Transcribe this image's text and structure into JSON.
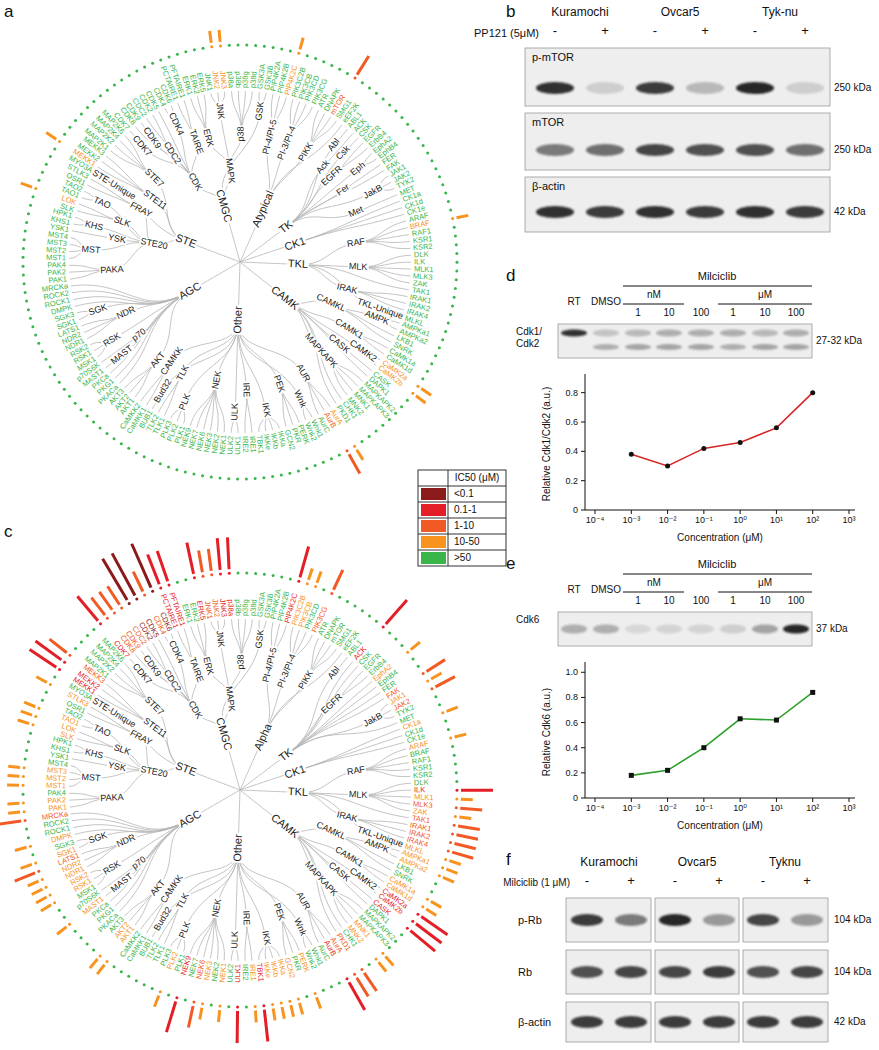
{
  "diagram": {
    "labels": [
      "a",
      "b",
      "c",
      "d",
      "e",
      "f",
      "IC50 (μM)",
      "Kuramochi",
      "Ovcar5",
      "Tyk-nu",
      "PP121 (5μM)",
      "-",
      "+",
      "-",
      "+",
      "-",
      "+",
      "p-mTOR",
      "mTOR",
      "β-actin",
      "250 kDa",
      "250 kDa",
      "42 kDa",
      "Milciclib",
      "nM",
      "μM",
      "RT",
      "DMSO",
      "1",
      "10",
      "100",
      "1",
      "10",
      "100",
      "Cdk1/ Cdk2",
      "27-32 kDa",
      "0",
      "0.2",
      "0.4",
      "0.6",
      "0.8",
      "10⁻⁴",
      "10⁻³",
      "10⁻²",
      "10⁻¹",
      "10⁰",
      "10¹",
      "10²",
      "10³",
      "Relative Cdk1/Cdk2 (a.u.)",
      "Concentration (μM)",
      "Milciclib",
      "nM",
      "μM",
      "RT",
      "DMSO",
      "1",
      "10",
      "100",
      "1",
      "10",
      "100",
      "Cdk6",
      "37 kDa",
      "0",
      "0.2",
      "0.4",
      "0.6",
      "0.8",
      "1.0",
      "10⁻⁴",
      "10⁻³",
      "10⁻²",
      "10⁻¹",
      "10⁰",
      "10¹",
      "10²",
      "10³",
      "Relative Cdk6 (a.u.)",
      "Concentration (μM)",
      "Kuramochi",
      "Ovcar5",
      "Tyknu",
      "Milciclib (1 μM)",
      "-",
      "+",
      "-",
      "+",
      "-",
      "+",
      "p-Rb",
      "Rb",
      "β-actin",
      "104 kDa",
      "104 kDa",
      "42 kDa",
      "CMGC",
      "CDK",
      "CDK7",
      "CDK9",
      "CDC2",
      "CDK4",
      "TAIRE",
      "MAPK",
      "ERK",
      "JNK",
      "p38",
      "GSK",
      "Atypical",
      "PI-4/PI-5",
      "PI-3/PI-4",
      "PIKK",
      "TK",
      "Abl",
      "Ack",
      "Csk",
      "EGFR",
      "Eph",
      "Fer",
      "JakB",
      "Met",
      "CK1",
      "TKL",
      "RAF",
      "MLK",
      "IRAK",
      "TKL-Unique",
      "CAMK",
      "CAMKL",
      "AMPK",
      "CAMK1",
      "CAMK2",
      "CASK",
      "MAPKAPK",
      "Other",
      "AUR",
      "Wnk",
      "PEK",
      "IKK",
      "IRE",
      "ULK",
      "NEK",
      "PLK",
      "TLK",
      "Bud32",
      "CAMKK",
      "AGC",
      "AKT",
      "MAST",
      "p70",
      "RSK",
      "NDR",
      "SGK",
      "STE",
      "STE20",
      "PAKA",
      "MST",
      "YSK",
      "KHS",
      "SLK",
      "TAO",
      "FRAY",
      "STE-Unique",
      "STE11",
      "STE7",
      "CDK7",
      "CDK8",
      "CDK9",
      "CDC2",
      "CDK2",
      "CDK5",
      "CDK4",
      "CDK6",
      "PCTAIRE1",
      "PFTAIRE1",
      "ERK1",
      "ERK2",
      "ERK5",
      "JNK1",
      "JNK2",
      "JNK3",
      "p38a",
      "p38b",
      "p38g",
      "p38d",
      "GSK3A",
      "GSK3B",
      "PIP4K2A",
      "PIP4K2B",
      "PIP4K2C",
      "PIK3C2B",
      "PIK3CB",
      "PIK3CD",
      "PIK3CG",
      "ATR",
      "DNAPK",
      "mTOR",
      "SMG1",
      "eEF2K",
      "ABL1",
      "ACK",
      "CSK",
      "EGFR",
      "ErbB4",
      "EphA2",
      "EphB4",
      "FER",
      "FAK",
      "JAK1",
      "JAK2",
      "TYK2",
      "MET",
      "CK1a",
      "CK1d",
      "CK1e",
      "ARAF",
      "BRAF",
      "RAF1",
      "KSR1",
      "KSR2",
      "DLK",
      "ILK",
      "MLK1",
      "MLK3",
      "ZAK",
      "TAK1",
      "IRAK1",
      "IRAK2",
      "IRAK4",
      "MLKL",
      "AMPKa1",
      "AMPKa2",
      "LKB1",
      "SNRK",
      "CaMK1a",
      "CaMK1d",
      "CaMK2a",
      "CaMK2b",
      "CASK",
      "DAPK1",
      "MAPKAPK2",
      "MAPKAPK3",
      "MNK1",
      "MNK2",
      "CHK1",
      "PKD1",
      "AurA",
      "AurB",
      "AurC",
      "Wnk1",
      "Wnk2",
      "PERK",
      "PKR",
      "GCN2",
      "IKKa",
      "IKKb",
      "IKKe",
      "TBK1",
      "IRE1",
      "IRE2",
      "ULK1",
      "ULK2",
      "NEK1",
      "NEK2",
      "NEK3",
      "NEK6",
      "NEK7",
      "NEK9",
      "PLK1",
      "PLK2",
      "PLK3",
      "TLK1",
      "TLK2",
      "BUB1",
      "CaMKK1",
      "CaMKK2",
      "AKT1",
      "AKT2",
      "AKT3",
      "PKACa",
      "PKG1",
      "PKCa",
      "MAST1",
      "p70S6K",
      "MSK1",
      "RSK1",
      "RSK2",
      "NDR1",
      "NDR2",
      "LATS1",
      "SGK1",
      "SGK3",
      "DMPK",
      "ROCK1",
      "ROCK2",
      "MRCKa",
      "PAK1",
      "PAK2",
      "PAK4",
      "MST1",
      "MST2",
      "MST3",
      "MST4",
      "YSK1",
      "KHS1",
      "HPK1",
      "SLK",
      "LOK",
      "TAO1",
      "TAO2",
      "OSR1",
      "STLK3",
      "MYO3A",
      "MEKK1",
      "MEKK2",
      "MEKK3",
      "MAP2K1",
      "MAP2K2",
      "MAP2K4",
      "MAP2K6",
      "CMGC",
      "CDK",
      "CDK7",
      "CDK9",
      "CDC2",
      "CDK4",
      "TAIRE",
      "MAPK",
      "ERK",
      "JNK",
      "p38",
      "GSK",
      "Alpha",
      "PI-4/PI-5",
      "PI-3/PI-4",
      "PIKK",
      "TK",
      "Abl",
      "EGFR",
      "JakB",
      "CK1",
      "TKL",
      "RAF",
      "MLK",
      "IRAK",
      "TKL-Unique",
      "CAMK",
      "CAMKL",
      "AMPK",
      "CAMK1",
      "CAMK2",
      "CASK",
      "MAPKAPK",
      "Other",
      "AUR",
      "Wnk",
      "PEK",
      "IKK",
      "IRE",
      "ULK",
      "NEK",
      "PLK",
      "TLK",
      "Bud32",
      "CAMKK",
      "AGC",
      "AKT",
      "MAST",
      "p70",
      "RSK",
      "NDR",
      "SGK",
      "STE",
      "STE20",
      "PAKA",
      "MST",
      "YSK",
      "KHS",
      "SLK",
      "TAO",
      "FRAY",
      "STE-Unique",
      "STE11",
      "STE7",
      "CDK7",
      "CDK8",
      "CDK9",
      "CDC2",
      "CDK2",
      "CDK5",
      "CDK4",
      "CDK6",
      "PCTAIRE1",
      "PFTAIRE1",
      "ERK1",
      "ERK2",
      "ERK5",
      "JNK1",
      "JNK2",
      "JNK3",
      "p38a",
      "p38b",
      "p38g",
      "p38d",
      "GSK3A",
      "GSK3B",
      "PIP4K2A",
      "PIP4K2B",
      "PIP4K2C",
      "PIK3C2B",
      "PIK3CB",
      "PIK3CD",
      "PIK3CG",
      "ATR",
      "DNAPK",
      "mTOR",
      "SMG1",
      "eEF2K",
      "ABL1",
      "ACK",
      "CSK",
      "EGFR",
      "ErbB4",
      "EphA2",
      "EphB4",
      "FER",
      "FAK",
      "JAK1",
      "JAK2",
      "TYK2",
      "MET",
      "CK1a",
      "CK1d",
      "CK1e",
      "ARAF",
      "BRAF",
      "RAF1",
      "KSR1",
      "KSR2",
      "DLK",
      "ILK",
      "MLK1",
      "MLK3",
      "ZAK",
      "TAK1",
      "IRAK1",
      "IRAK2",
      "IRAK4",
      "MLKL",
      "AMPKa1",
      "AMPKa2",
      "LKB1",
      "SNRK",
      "CaMK1a",
      "CaMK1d",
      "CaMK2a",
      "CaMK2b",
      "CASK",
      "DAPK1",
      "MAPKAPK2",
      "MAPKAPK3",
      "MNK1",
      "MNK2",
      "CHK1",
      "PKD1",
      "AurA",
      "AurB",
      "AurC",
      "Wnk1",
      "Wnk2",
      "PERK",
      "PKR",
      "GCN2",
      "IKKa",
      "IKKb",
      "IKKe",
      "TBK1",
      "IRE1",
      "IRE2",
      "ULK1",
      "ULK2",
      "NEK1",
      "NEK2",
      "NEK3",
      "NEK6",
      "NEK7",
      "NEK9",
      "PLK1",
      "PLK2",
      "PLK3",
      "TLK1",
      "TLK2",
      "BUB1",
      "CaMKK1",
      "CaMKK2",
      "AKT1",
      "AKT2",
      "AKT3",
      "PKACa",
      "PKG1",
      "PKCa",
      "MAST1",
      "p70S6K",
      "MSK1",
      "RSK1",
      "RSK2",
      "NDR1",
      "NDR2",
      "LATS1",
      "SGK1",
      "SGK3",
      "DMPK",
      "ROCK1",
      "ROCK2",
      "MRCKa",
      "PAK1",
      "PAK2",
      "PAK4",
      "MST1",
      "MST2",
      "MST3",
      "MST4",
      "YSK1",
      "KHS1",
      "HPK1",
      "SLK",
      "LOK",
      "TAO1",
      "TAO2",
      "OSR1",
      "STLK3",
      "MYO3A",
      "MEKK1",
      "MEKK2",
      "MEKK3",
      "MAP2K1",
      "MAP2K2",
      "MAP2K4",
      "MAP2K6"
    ],
    "legend": [
      {
        "text": "<0.1",
        "color": "#8b1a1a"
      },
      {
        "text": "0.1-1",
        "color": "#e41e26"
      },
      {
        "text": "1-10",
        "color": "#f15a24"
      },
      {
        "text": "10-50",
        "color": "#f7931e"
      },
      {
        "text": ">50",
        "color": "#39b54a"
      }
    ]
  }
}
